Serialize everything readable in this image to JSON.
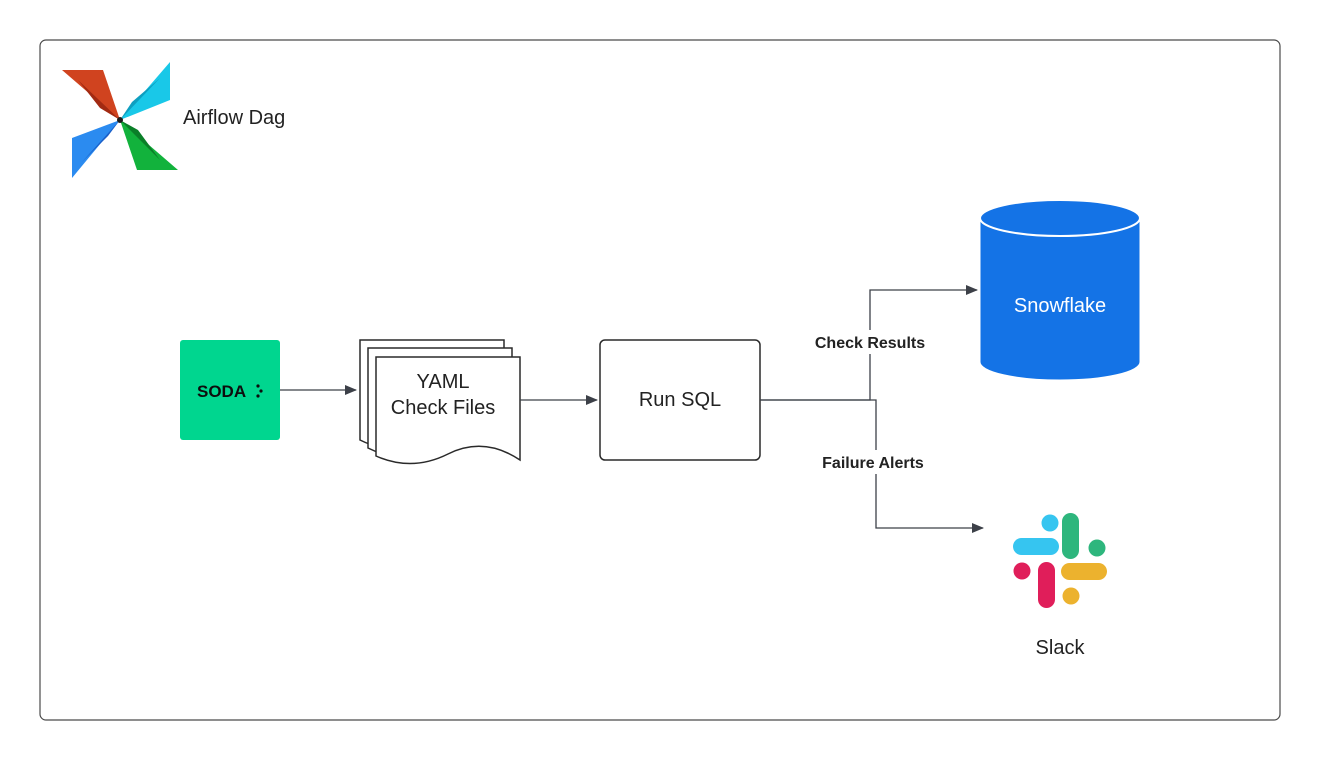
{
  "diagram": {
    "title": "Airflow Dag",
    "soda": {
      "logo_text": "SODA",
      "color": "#00d68f"
    },
    "yaml_node": {
      "line1": "YAML",
      "line2": "Check Files"
    },
    "run_sql": {
      "label": "Run SQL"
    },
    "snowflake": {
      "label": "Snowflake",
      "color": "#1473e6"
    },
    "slack": {
      "label": "Slack"
    },
    "edges": {
      "check_results": "Check Results",
      "failure_alerts": "Failure Alerts"
    }
  }
}
